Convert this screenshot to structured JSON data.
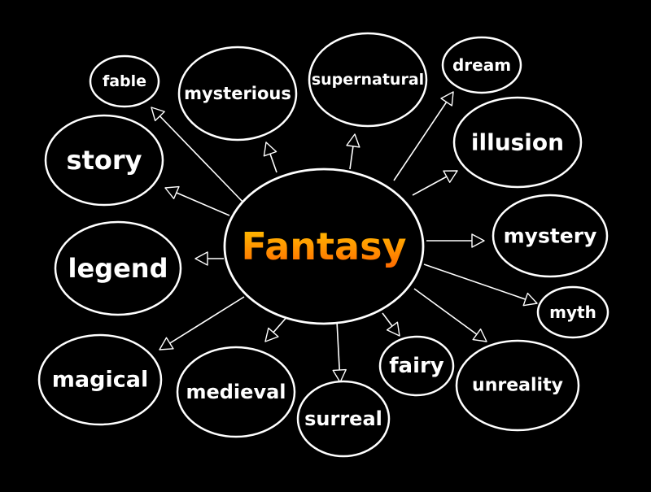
{
  "center": {
    "label": "Fantasy",
    "colors": [
      "#ffc400",
      "#ff6a00"
    ]
  },
  "nodes": [
    {
      "id": "fable",
      "label": "fable"
    },
    {
      "id": "mysterious",
      "label": "mysterious"
    },
    {
      "id": "supernatural",
      "label": "supernatural"
    },
    {
      "id": "dream",
      "label": "dream"
    },
    {
      "id": "illusion",
      "label": "illusion"
    },
    {
      "id": "story",
      "label": "story"
    },
    {
      "id": "mystery",
      "label": "mystery"
    },
    {
      "id": "legend",
      "label": "legend"
    },
    {
      "id": "myth",
      "label": "myth"
    },
    {
      "id": "magical",
      "label": "magical"
    },
    {
      "id": "medieval",
      "label": "medieval"
    },
    {
      "id": "fairy",
      "label": "fairy"
    },
    {
      "id": "unreality",
      "label": "unreality"
    },
    {
      "id": "surreal",
      "label": "surreal"
    }
  ],
  "colors": {
    "background": "#000000",
    "stroke": "#ffffff",
    "text": "#ffffff"
  }
}
